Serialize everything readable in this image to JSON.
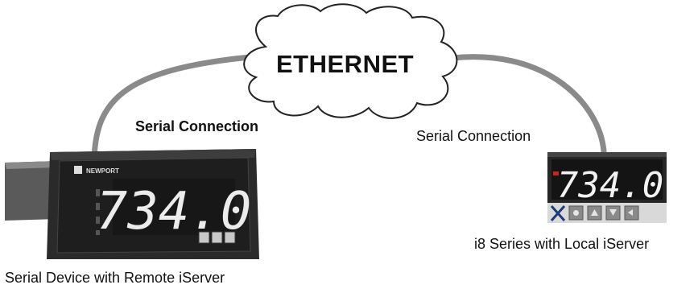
{
  "network": {
    "label": "ETHERNET"
  },
  "connections": {
    "left_label": "Serial Connection",
    "right_label": "Serial Connection"
  },
  "devices": {
    "remote": {
      "caption": "Serial Device with Remote iServer",
      "brand": "NEWPORT",
      "display_value": "734.0"
    },
    "local": {
      "caption": "i8 Series with Local iServer",
      "display_value": "734.0"
    }
  },
  "colors": {
    "cable": "#8a8a8a",
    "cloud_stroke": "#222222",
    "display_digits": "#f2f2f2",
    "device_body": "#2a2a2a"
  }
}
